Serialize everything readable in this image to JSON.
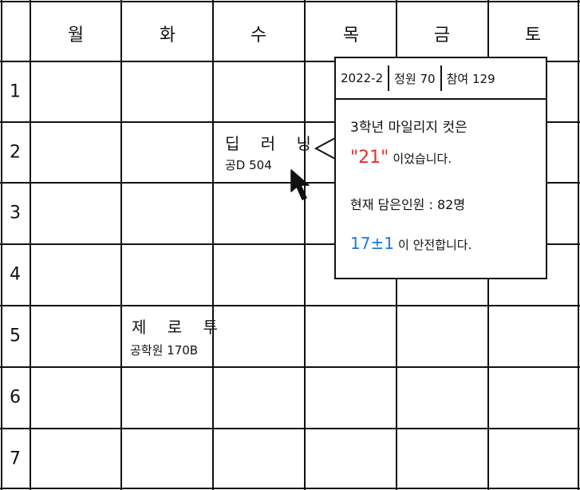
{
  "days": [
    "월",
    "화",
    "수",
    "목",
    "금",
    "토"
  ],
  "periods": [
    "1",
    "2",
    "3",
    "4",
    "5",
    "6",
    "7"
  ],
  "classes": [
    {
      "name": "딥 러 닝",
      "room": "공D 504"
    },
    {
      "name": "제 로 투",
      "room": "공학원 170B"
    }
  ],
  "popup": {
    "semester": "2022-2",
    "capacity_label": "정원 70",
    "enrolled_label": "참여 129",
    "line1": "3학년 마일리지 컷은",
    "cut_value": "\"21\"",
    "line2_suffix": "이었습니다.",
    "line3": "현재 담은인원 : 82명",
    "safe_value": "17±1",
    "line4_suffix": "이 안전합니다."
  },
  "colors": {
    "highlight_red": "#e0302c",
    "highlight_blue": "#1a78e8"
  }
}
